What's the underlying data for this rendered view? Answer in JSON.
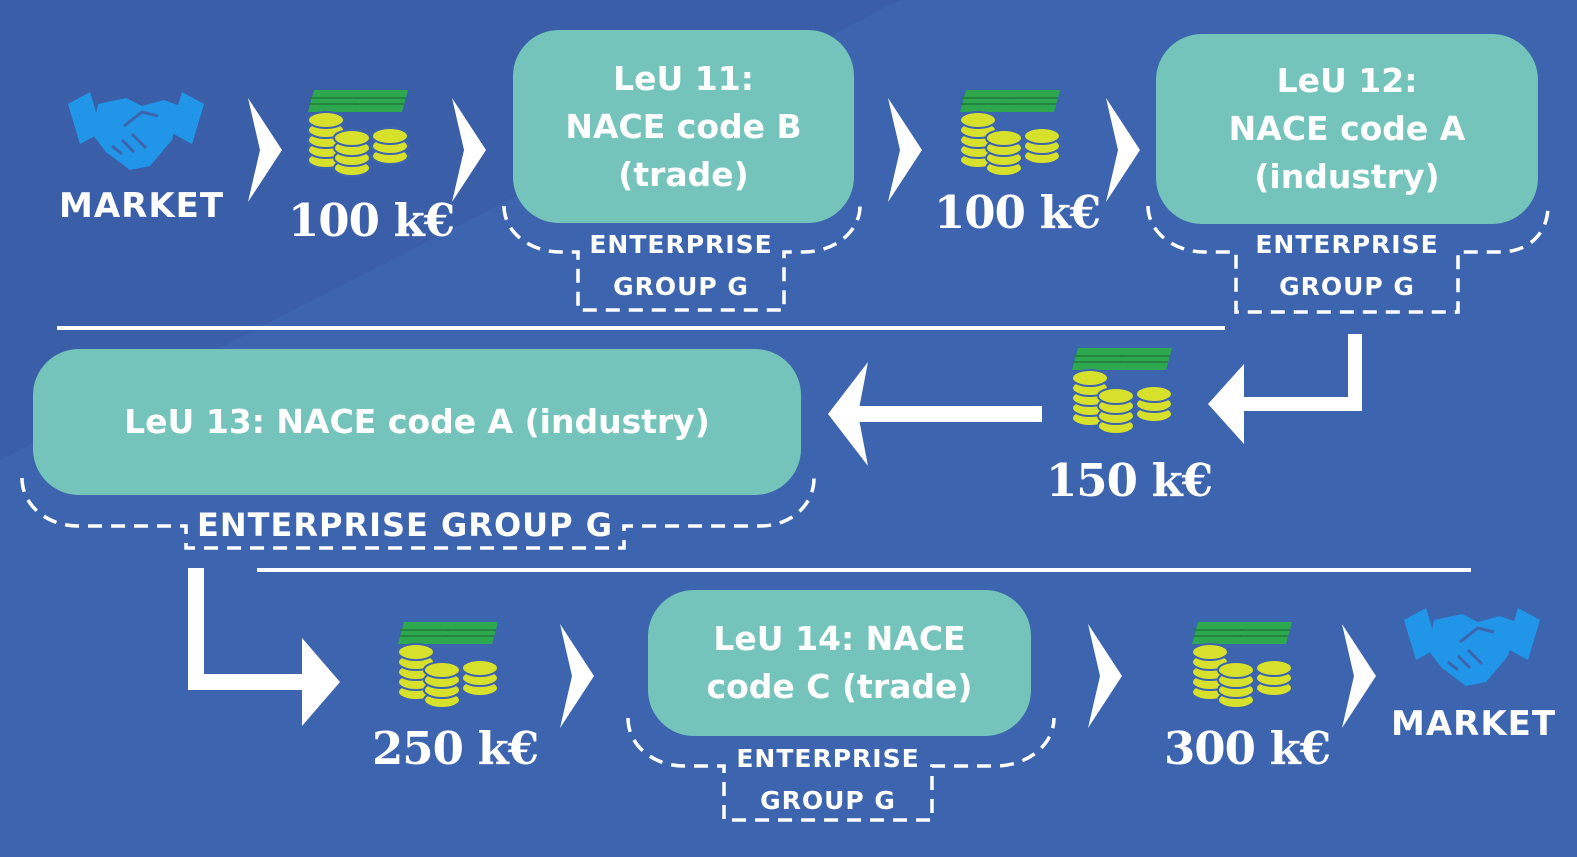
{
  "colors": {
    "background": "#3d64ae",
    "box_fill": "#74c4bb",
    "handshake": "#2196e8",
    "coin": "#d7e02b",
    "banknote": "#2ea84f",
    "text": "#ffffff"
  },
  "row1": {
    "market_label": "MARKET",
    "amount_1": "100 k€",
    "box_1": "LeU 11:\nNACE code B\n(trade)",
    "group_1": "ENTERPRISE\nGROUP G",
    "amount_2": "100 k€",
    "box_2": "LeU 12:\nNACE code A\n(industry)",
    "group_2": "ENTERPRISE\nGROUP G"
  },
  "row2": {
    "box_3": "LeU 13: NACE code A (industry)",
    "group_3": "ENTERPRISE GROUP G",
    "amount_3": "150 k€"
  },
  "row3": {
    "amount_4": "250 k€",
    "box_4": "LeU 14: NACE\ncode C (trade)",
    "group_4": "ENTERPRISE\nGROUP G",
    "amount_5": "300 k€",
    "market_label": "MARKET"
  },
  "icons": {
    "handshake": "handshake-icon",
    "money": "money-icon",
    "arrow": "chevron-right-icon"
  }
}
